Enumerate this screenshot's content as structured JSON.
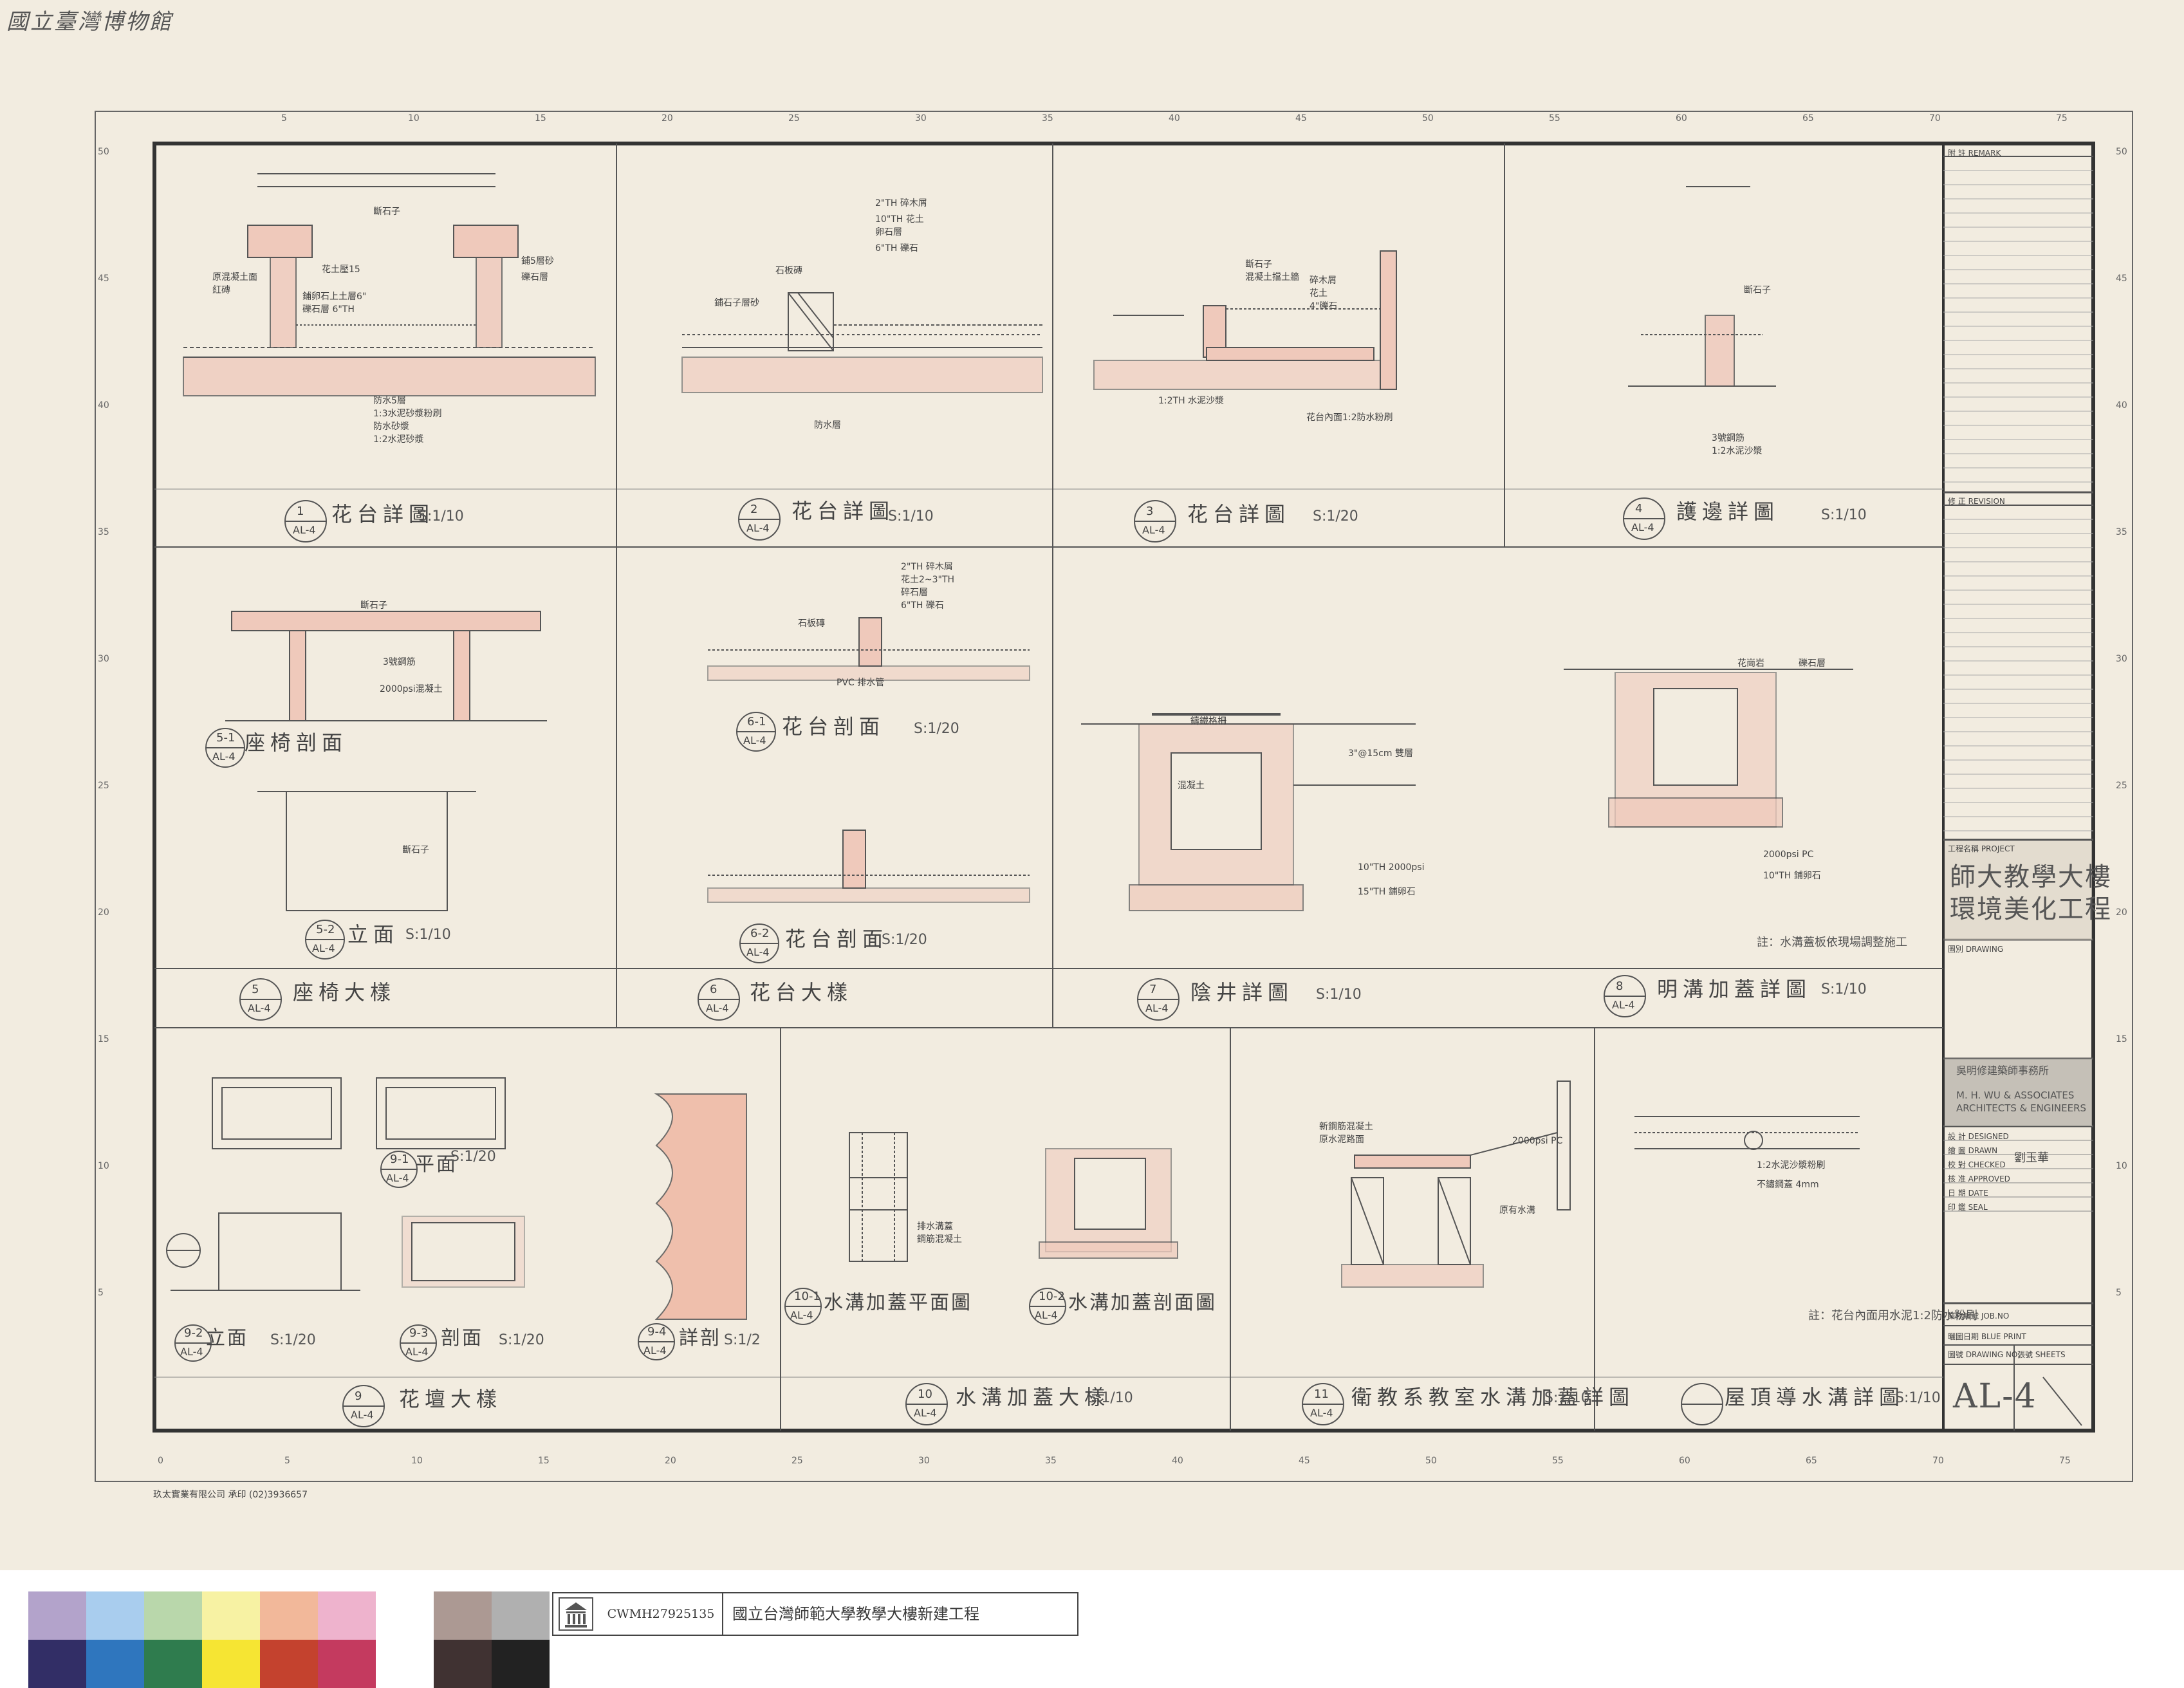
{
  "watermark": "國立臺灣博物館",
  "ruler": {
    "top": [
      "5",
      "10",
      "15",
      "20",
      "25",
      "30",
      "35",
      "40",
      "45",
      "50",
      "55",
      "60",
      "65",
      "70",
      "75"
    ],
    "bottom": [
      "0",
      "5",
      "10",
      "15",
      "20",
      "25",
      "30",
      "35",
      "40",
      "45",
      "50",
      "55",
      "60",
      "65",
      "70",
      "75"
    ],
    "left": [
      "50",
      "45",
      "40",
      "35",
      "30",
      "25",
      "20",
      "15",
      "10",
      "5"
    ],
    "right": [
      "50",
      "45",
      "40",
      "35",
      "30",
      "25",
      "20",
      "15",
      "10",
      "5"
    ]
  },
  "details": [
    {
      "num": "1",
      "ref": "AL-4",
      "title": "花台詳圖",
      "scale": "S:1/10"
    },
    {
      "num": "2",
      "ref": "AL-4",
      "title": "花台詳圖",
      "scale": "S:1/10"
    },
    {
      "num": "3",
      "ref": "AL-4",
      "title": "花台詳圖",
      "scale": "S:1/20"
    },
    {
      "num": "4",
      "ref": "AL-4",
      "title": "護邊詳圖",
      "scale": "S:1/10"
    },
    {
      "num": "5-1",
      "ref": "AL-4",
      "title": "座椅剖面",
      "scale": ""
    },
    {
      "num": "6-1",
      "ref": "AL-4",
      "title": "花台剖面",
      "scale": "S:1/20"
    },
    {
      "num": "5-2",
      "ref": "AL-4",
      "title": "立面",
      "scale": "S:1/10"
    },
    {
      "num": "6-2",
      "ref": "AL-4",
      "title": "花台剖面",
      "scale": "S:1/20"
    },
    {
      "num": "5",
      "ref": "AL-4",
      "title": "座椅大樣",
      "scale": ""
    },
    {
      "num": "6",
      "ref": "AL-4",
      "title": "花台大樣",
      "scale": ""
    },
    {
      "num": "7",
      "ref": "AL-4",
      "title": "陰井詳圖",
      "scale": "S:1/10"
    },
    {
      "num": "8",
      "ref": "AL-4",
      "title": "明溝加蓋詳圖",
      "scale": "S:1/10"
    },
    {
      "num": "9-1",
      "ref": "AL-4",
      "title": "平面",
      "scale": "S:1/20"
    },
    {
      "num": "9-2",
      "ref": "AL-4",
      "title": "立面",
      "scale": "S:1/20"
    },
    {
      "num": "9-3",
      "ref": "AL-4",
      "title": "剖面",
      "scale": "S:1/20"
    },
    {
      "num": "9-4",
      "ref": "AL-4",
      "title": "詳剖",
      "scale": "S:1/2"
    },
    {
      "num": "10-1",
      "ref": "AL-4",
      "title": "水溝加蓋平面圖",
      "scale": ""
    },
    {
      "num": "10-2",
      "ref": "AL-4",
      "title": "水溝加蓋剖面圖",
      "scale": ""
    },
    {
      "num": "9",
      "ref": "AL-4",
      "title": "花壇大樣",
      "scale": ""
    },
    {
      "num": "10",
      "ref": "AL-4",
      "title": "水溝加蓋大樣",
      "scale": "S:1/10"
    },
    {
      "num": "11",
      "ref": "AL-4",
      "title": "衛教系教室水溝加蓋詳圖",
      "scale": "S:1/10"
    },
    {
      "num": "",
      "ref": "",
      "title": "屋頂導水溝詳圖",
      "scale": "S:1/10"
    }
  ],
  "labels": {
    "d1": [
      "斷石子",
      "花土壓15",
      "鋪卵石上土層6\"",
      "礫石層 6\"TH",
      "鋪5層砂",
      "礫石層",
      "防水5層",
      "1:3水泥砂漿粉刷",
      "防水砂漿",
      "1:2水泥砂漿",
      "原混凝土面",
      "紅磚"
    ],
    "d2": [
      "2\"TH 碎木屑",
      "10\"TH 花土",
      "卵石層",
      "6\"TH 礫石",
      "石板磚",
      "鋪石子層砂",
      "防水層"
    ],
    "d3": [
      "斷石子",
      "混凝土擋土牆",
      "碎木屑",
      "花土",
      "4\"礫石",
      "花台內面1:2防水粉刷",
      "1:2TH 水泥沙漿"
    ],
    "d4": [
      "斷石子",
      "3號鋼筋",
      "1:2水泥沙漿"
    ],
    "d5": [
      "斷石子",
      "3號鋼筋",
      "2000psi混凝土",
      "斷石子"
    ],
    "d6": [
      "2\"TH 碎木屑",
      "花土2~3\"TH",
      "碎石層",
      "6\"TH 礫石",
      "石板磚",
      "PVC 排水管"
    ],
    "d7": [
      "鑄鐵格柵",
      "混凝土",
      "3\"@15cm 雙層",
      "10\"TH 2000psi",
      "15\"TH 鋪卵石"
    ],
    "d8": [
      "花崗岩",
      "礫石層",
      "2000psi PC",
      "10\"TH 鋪卵石"
    ],
    "d10": [
      "排水溝蓋",
      "鋼筋混凝土"
    ],
    "d11": [
      "新鋼筋混凝土",
      "原水泥路面",
      "2000psi PC",
      "原有水溝"
    ],
    "roof": [
      "1:2水泥沙漿粉刷",
      "不鏽鋼蓋 4mm"
    ]
  },
  "notes": {
    "n1": "註：水溝蓋板依現場調整施工",
    "n2": "註：花台內面用水泥1:2防水粉刷"
  },
  "title_block": {
    "remark": "附 註 REMARK",
    "revision": "修 正 REVISION",
    "project_label": "工程名稱 PROJECT",
    "project_name_1": "師大教學大樓",
    "project_name_2": "環境美化工程",
    "drawing_label": "圖別 DRAWING",
    "firm_zh": "吳明修建築師事務所",
    "firm_en_1": "M. H. WU & ASSOCIATES",
    "firm_en_2": "ARCHITECTS & ENGINEERS",
    "rows": [
      "設 計 DESIGNED",
      "繪 圖 DRAWN",
      "校 對 CHECKED",
      "核 准 APPROVED",
      "日 期 DATE",
      "印 鑑 SEAL"
    ],
    "drawn_by": "劉玉華",
    "job_no": "業務編號 JOB.NO",
    "blue_print": "曬圖日期 BLUE PRINT",
    "drawing_no": "圖號 DRAWING NO.",
    "sheets": "張號 SHEETS",
    "sheet_id": "AL-4"
  },
  "printer": "玖太實業有限公司 承印 (02)3936657",
  "caption": {
    "id": "CWMH27925135",
    "title": "國立台灣師範大學教學大樓新建工程"
  },
  "swatches": {
    "top": [
      "#b3a3cb",
      "#a9cdee",
      "#b9d7ab",
      "#f7f2a3",
      "#f2b89a",
      "#eeb3cd",
      "#ffffff",
      "#ac9993",
      "#b0b0b0"
    ],
    "bottom": [
      "#322e66",
      "#2f76be",
      "#2f7c4e",
      "#f6e533",
      "#c4422e",
      "#c43a5f",
      "#ffffff",
      "#403232",
      "#222222"
    ]
  },
  "colors": {
    "paper": "#f2ece0",
    "line": "#4a4a4a",
    "concrete": "#efc9bb"
  }
}
